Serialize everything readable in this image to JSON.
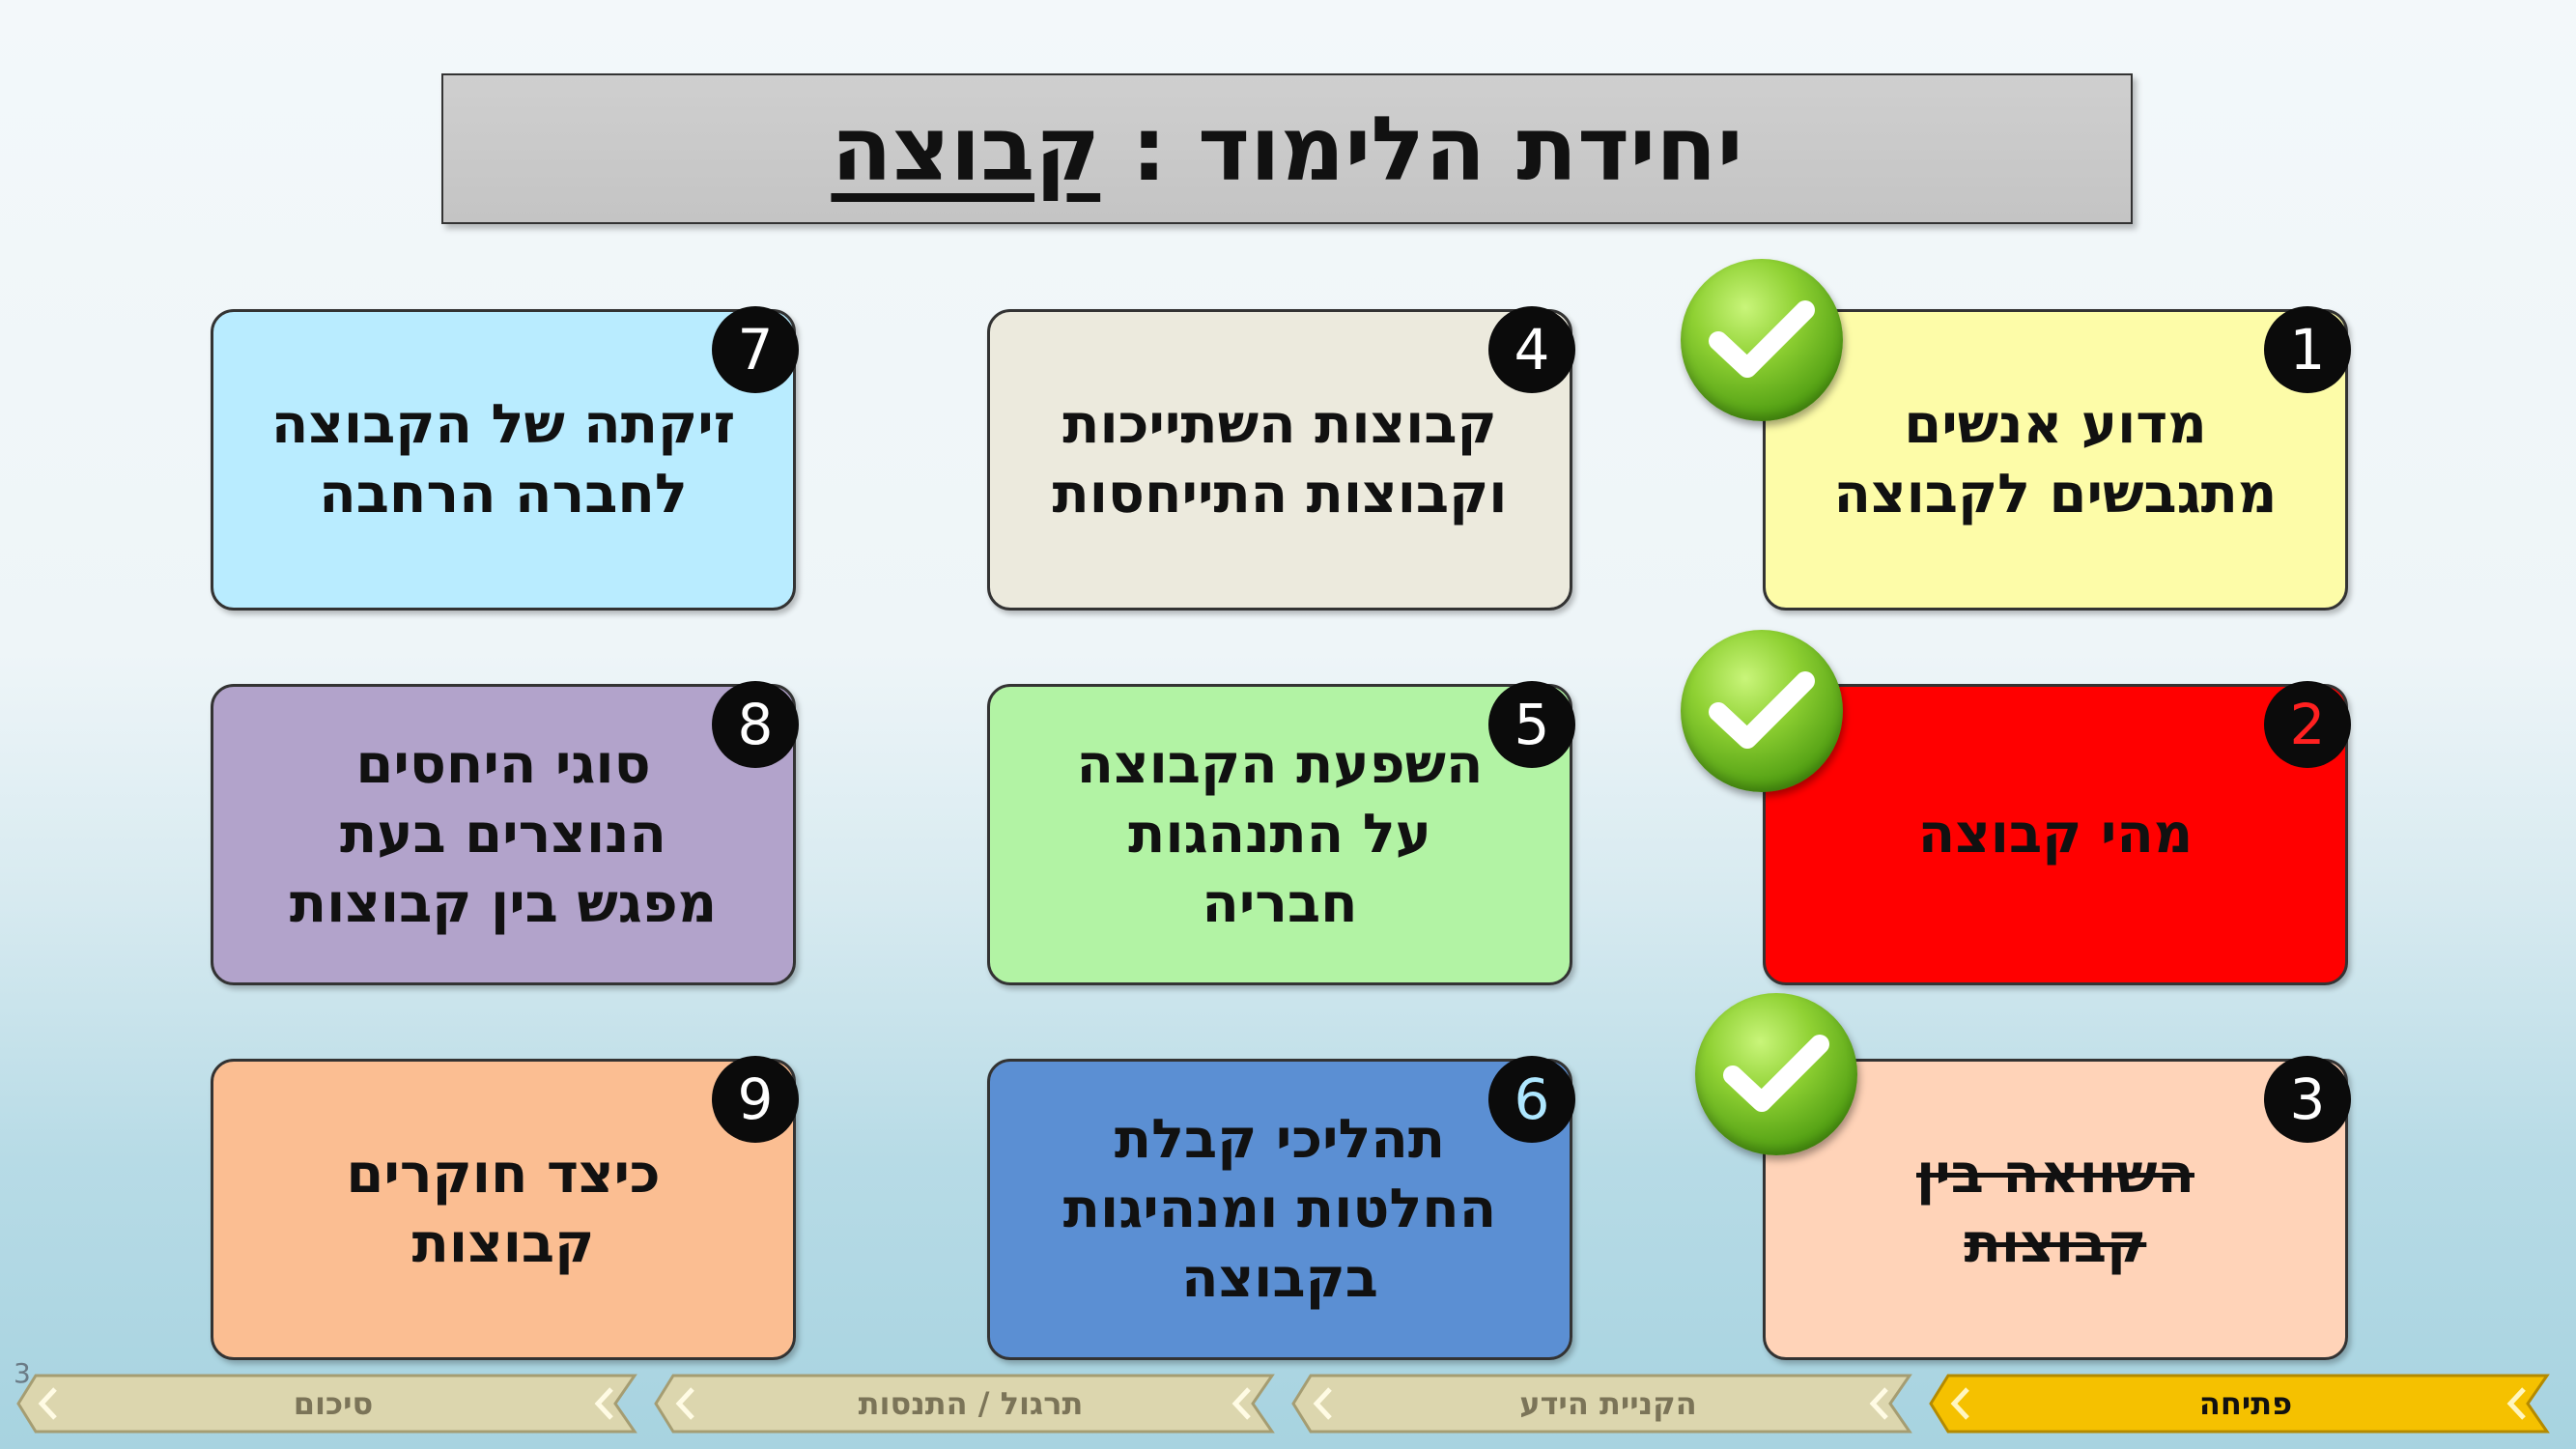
{
  "title": {
    "prefix": "יחידת הלימוד : ",
    "topic": "קבוצה"
  },
  "cards": [
    {
      "number": "1",
      "label": "מדוע אנשים\nמתגבשים לקבוצה",
      "completed": true,
      "bg": "#fdfca8"
    },
    {
      "number": "2",
      "label": "מהי קבוצה",
      "completed": true,
      "bg": "#ff0000"
    },
    {
      "number": "3",
      "label": "השוואה בין\nקבוצות",
      "completed": true,
      "bg": "#ffd3b8"
    },
    {
      "number": "4",
      "label": "קבוצות השתייכות\nוקבוצות התייחסות",
      "completed": false,
      "bg": "#eceadd"
    },
    {
      "number": "5",
      "label": "השפעת הקבוצה\nעל התנהגות\nחבריה",
      "completed": false,
      "bg": "#b2f3a4"
    },
    {
      "number": "6",
      "label": "תהליכי קבלת\nהחלטות ומנהיגות\nבקבוצה",
      "completed": false,
      "bg": "#5b8fd3"
    },
    {
      "number": "7",
      "label": "זיקתה של הקבוצה\nלחברה הרחבה",
      "completed": false,
      "bg": "#b9ecff"
    },
    {
      "number": "8",
      "label": "סוגי היחסים\nהנוצרים בעת\nמפגש בין קבוצות",
      "completed": false,
      "bg": "#b2a3cb"
    },
    {
      "number": "9",
      "label": "כיצד חוקרים\nקבוצות",
      "completed": false,
      "bg": "#fbbe92"
    }
  ],
  "nav": [
    {
      "label": "פתיחה",
      "active": true
    },
    {
      "label": "הקניית הידע",
      "active": false
    },
    {
      "label": "תרגול / התנסות",
      "active": false
    },
    {
      "label": "סיכום",
      "active": false
    }
  ],
  "slide_number": "3",
  "colors": {
    "active_nav": "#f5c100",
    "inactive_nav": "#dcd6ae",
    "check_green": "#6fbf22"
  },
  "icons": {
    "check": "checkmark-icon",
    "nav_arrow": "chevron-left-icon"
  }
}
